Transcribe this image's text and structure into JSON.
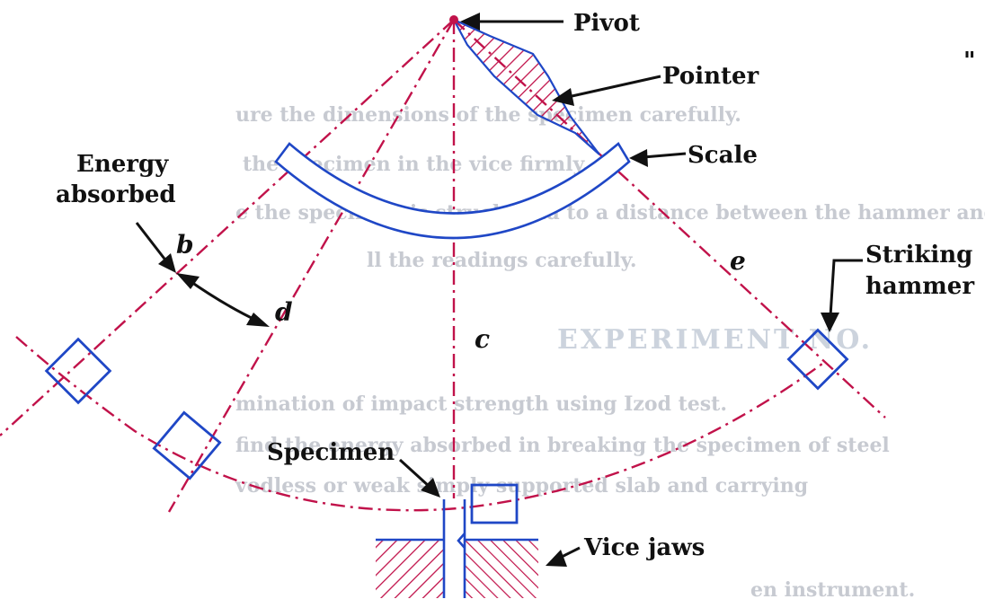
{
  "labels": {
    "pivot": "Pivot",
    "pointer": "Pointer",
    "scale": "Scale",
    "energy_line1": "Energy",
    "energy_line2": "absorbed",
    "striking_line1": "Striking",
    "striking_line2": "hammer",
    "specimen": "Specimen",
    "vice_jaws": "Vice jaws",
    "b": "b",
    "c": "c",
    "d": "d",
    "e": "e",
    "quote_mark": "\""
  },
  "background_text": {
    "line1": "ure the dimensions of the specimen carefully.",
    "line2": "the specimen in the vice firmly.",
    "line3": "e the specimen is struck lead to a distance between the hammer and",
    "line4": "ll the readings carefully.",
    "heading": "EXPERIMENT NO.",
    "line5": "mination of impact strength using Izod test.",
    "line6": "find the energy absorbed in breaking the specimen of steel",
    "line7": "vodless or weak simply supported slab and carrying",
    "line8": "en instrument."
  },
  "colors": {
    "blue": "#1f47c6",
    "magenta": "#c1124a",
    "text": "#111111"
  }
}
